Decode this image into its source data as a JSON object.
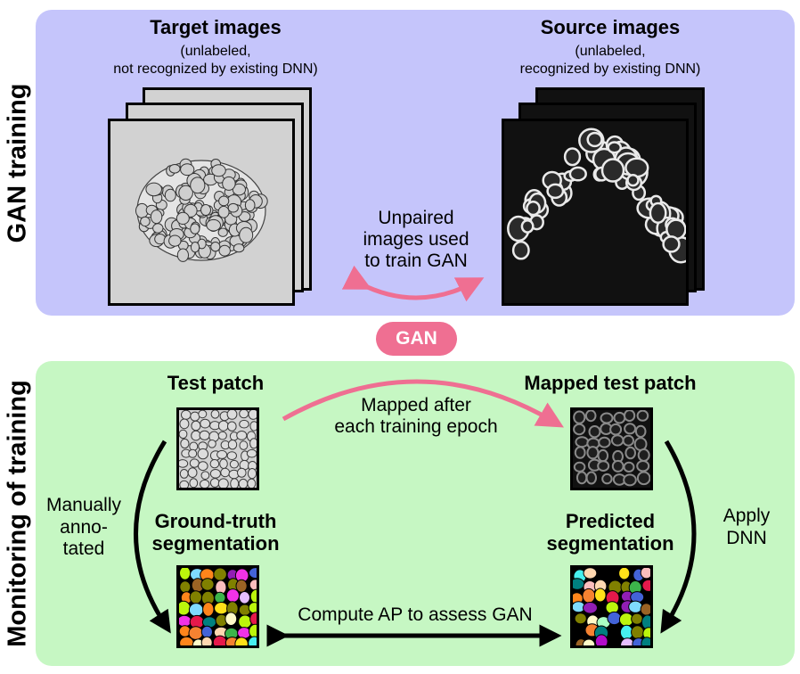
{
  "panels": {
    "gan_training": {
      "label": "GAN training"
    },
    "monitoring": {
      "label": "Monitoring of training"
    }
  },
  "target": {
    "title": "Target images",
    "sub1": "(unlabeled,",
    "sub2": "not recognized by existing DNN)"
  },
  "source": {
    "title": "Source images",
    "sub1": "(unlabeled,",
    "sub2": "recognized by existing DNN)"
  },
  "unpaired": {
    "line1": "Unpaired",
    "line2": "images used",
    "line3": "to train GAN"
  },
  "gan_badge": "GAN",
  "monitor": {
    "test_patch": "Test patch",
    "mapped_patch": "Mapped test patch",
    "mapped_after_1": "Mapped after",
    "mapped_after_2": "each training epoch",
    "manual_1": "Manually",
    "manual_2": "anno-",
    "manual_3": "tated",
    "gt_1": "Ground-truth",
    "gt_2": "segmentation",
    "pred_1": "Predicted",
    "pred_2": "segmentation",
    "apply_1": "Apply",
    "apply_2": "DNN",
    "compute": "Compute AP to assess GAN"
  },
  "colors": {
    "gan_panel": "#c5c5fb",
    "monitor_panel": "#c6f7c3",
    "accent_pink": "#ef6f92"
  }
}
